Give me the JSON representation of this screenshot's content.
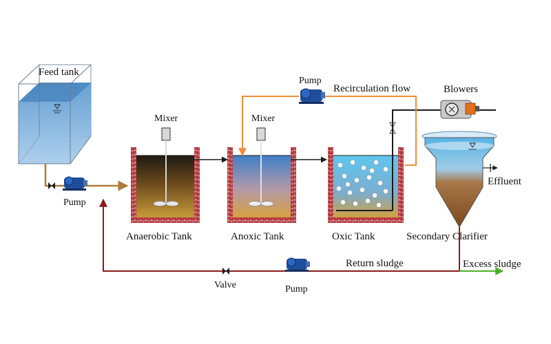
{
  "labels": {
    "feed_tank": "Feed tank",
    "pump_feed": "Pump",
    "mixer_anaerobic": "Mixer",
    "mixer_anoxic": "Mixer",
    "pump_recirc": "Pump",
    "recirculation_flow": "Recirculation  flow",
    "blowers": "Blowers",
    "effluent": "Effluent",
    "anaerobic_tank": "Anaerobic Tank",
    "anoxic_tank": "Anoxic Tank",
    "oxic_tank": "Oxic  Tank",
    "secondary_clarifier": "Secondary Clarifier",
    "return_sludge": "Return sludge",
    "excess_sludge": "Excess sludge",
    "valve": "Valve",
    "pump_return": "Pump"
  },
  "colors": {
    "wall": "#b0363c",
    "pipe_main": "#8b1a1a",
    "pipe_feed": "#b07a3c",
    "pipe_recirc": "#f28c38",
    "pipe_excess": "#4caf2a",
    "water_blue": "#7fb6e0",
    "sludge_brown": "#8a5a1c",
    "pump_blue": "#1f4e9a"
  },
  "icons": {
    "pump": "pump-icon",
    "valve": "valve-icon",
    "mixer": "mixer-icon",
    "blower": "blower-icon",
    "bubbles": "air-bubble-icon"
  }
}
